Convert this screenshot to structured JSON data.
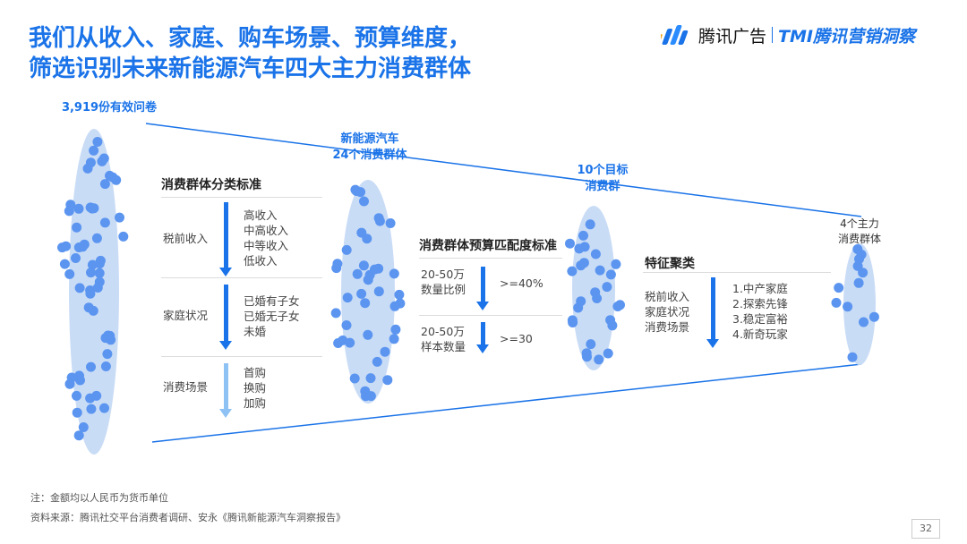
{
  "title": {
    "line1": "我们从收入、家庭、购车场景、预算维度，",
    "line2": "筛选识别未来新能源汽车四大主力消费群体"
  },
  "logo": {
    "brand": "腾讯广告",
    "sub": "TMI腾讯营销洞察"
  },
  "stages": {
    "s1": "3,919份有效问卷",
    "s2_line1": "新能源汽车",
    "s2_line2": "24个消费群体",
    "s3_line1": "10个目标",
    "s3_line2": "消费群",
    "s4_line1": "4个主力",
    "s4_line2": "消费群体"
  },
  "criteria": {
    "title": "消费群体分类标准",
    "groups": [
      {
        "label": "税前收入",
        "items": [
          "高收入",
          "中高收入",
          "中等收入",
          "低收入"
        ]
      },
      {
        "label": "家庭状况",
        "items": [
          "已婚有子女",
          "已婚无子女",
          "未婚"
        ]
      },
      {
        "label": "消费场景",
        "items": [
          "首购",
          "换购",
          "加购"
        ]
      }
    ]
  },
  "budget": {
    "title": "消费群体预算匹配度标准",
    "rows": [
      {
        "label1": "20-50万",
        "label2": "数量比例",
        "value": ">=40%"
      },
      {
        "label1": "20-50万",
        "label2": "样本数量",
        "value": ">=30"
      }
    ]
  },
  "features": {
    "title": "特征聚类",
    "labels": [
      "税前收入",
      "家庭状况",
      "消费场景"
    ],
    "results": [
      "1.中产家庭",
      "2.探索先锋",
      "3.稳定富裕",
      "4.新奇玩家"
    ]
  },
  "notes": {
    "note1": "注：金额均以人民币为货币单位",
    "note2": "资料来源：腾讯社交平台消费者调研、安永《腾讯新能源汽车洞察报告》"
  },
  "page_number": "32",
  "colors": {
    "accent": "#1a73e8",
    "dot": "#5b95f0",
    "ellipse": "#c9dcf6",
    "arrow_dark": "#1a73e8",
    "arrow_light": "#8ec2f5"
  }
}
